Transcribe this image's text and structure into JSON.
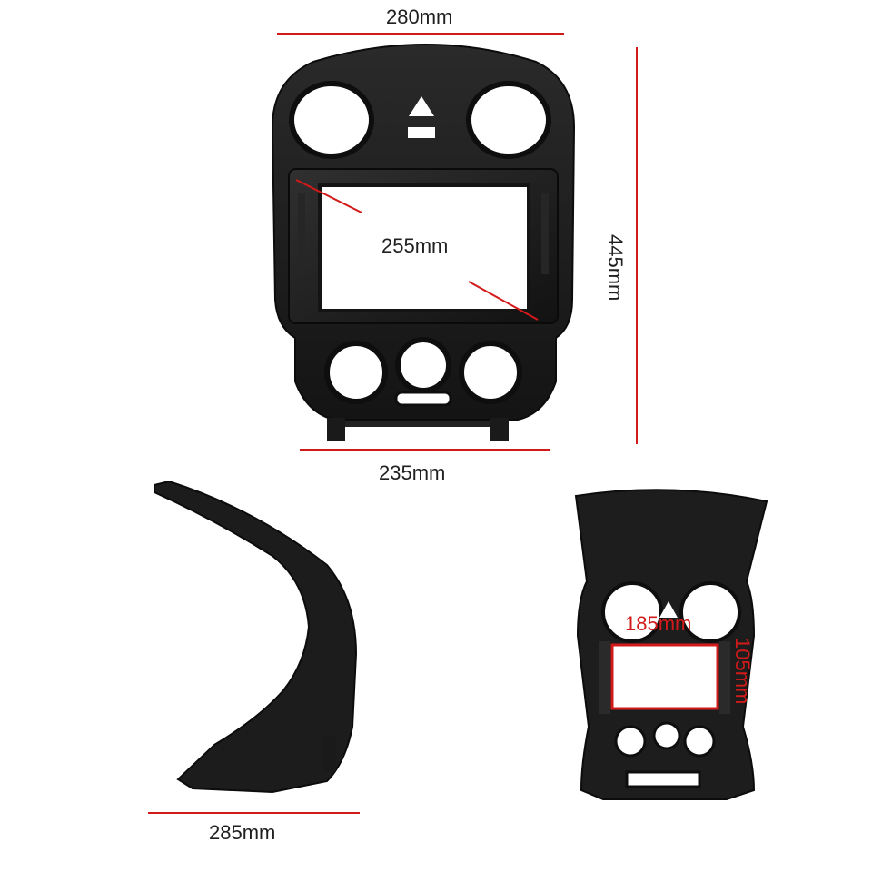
{
  "dimensions": {
    "top_width": "280mm",
    "height": "445mm",
    "screen_diagonal": "255mm",
    "bottom_width": "235mm",
    "side_depth": "285mm",
    "opening_width": "185mm",
    "opening_height": "105mm"
  },
  "colors": {
    "measure_line": "#d21a1a",
    "panel": "#1b1b1b",
    "panel_edge": "#2c2c2c",
    "text": "#202020"
  }
}
